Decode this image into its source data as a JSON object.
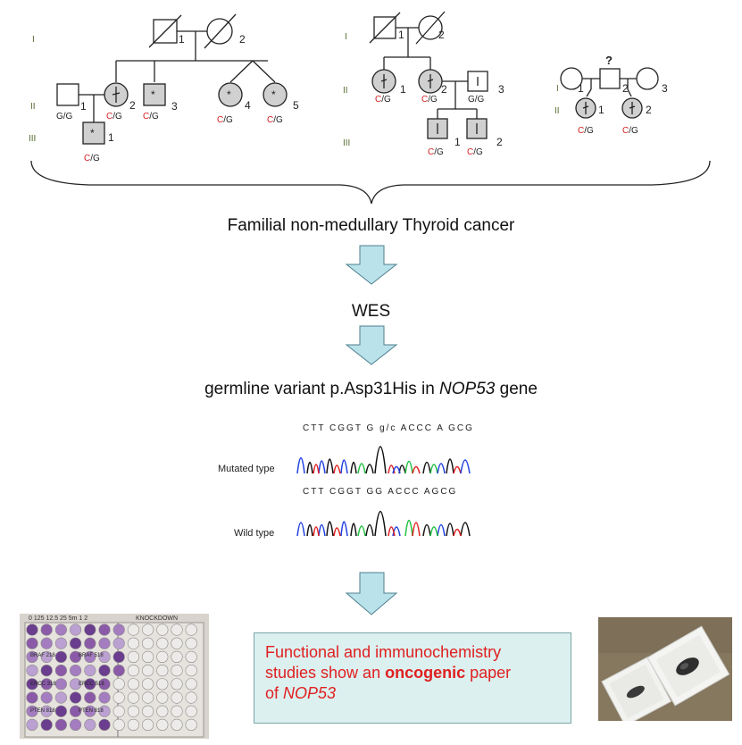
{
  "pedigree1": {
    "gen_I": "I",
    "gen_II": "II",
    "gen_III": "III",
    "ids": [
      "1",
      "2",
      "1",
      "2",
      "3",
      "4",
      "5",
      "1"
    ],
    "genotypes": [
      "G/G",
      "C/G",
      "C/G",
      "C/G",
      "C/G",
      "C/G"
    ],
    "asterisk": "*"
  },
  "pedigree2": {
    "gen_I": "I",
    "gen_II": "II",
    "gen_III": "III",
    "ids": [
      "1",
      "2",
      "1",
      "2",
      "3",
      "1",
      "2"
    ],
    "genotypes": [
      "C/G",
      "C/G",
      "G/G",
      "C/G",
      "C/G"
    ]
  },
  "pedigree3": {
    "gen_I": "I",
    "gen_II": "II",
    "ids": [
      "1",
      "2",
      "3",
      "1",
      "2"
    ],
    "unknown": "?",
    "genotypes": [
      "C/G",
      "C/G"
    ]
  },
  "flow": {
    "step1": "Familial non-medullary Thyroid cancer",
    "step2": "WES",
    "step3_prefix": "germline variant p.Asp31His in ",
    "step3_gene": "NOP53",
    "step3_suffix": " gene"
  },
  "sequence": {
    "mutated_label": "Mutated type",
    "wild_label": "Wild type",
    "mutated_seq": "CTT CGGT G g/c ACCC A GCG",
    "wild_seq": "CTT CGGT GG ACCC AGCG"
  },
  "result": {
    "line1": "Functional and immunochemistry",
    "line2_prefix": "studies show an ",
    "line2_bold": "oncogenic",
    "line2_suffix": " paper",
    "line3_prefix": "of ",
    "line3_gene": "NOP53"
  },
  "plate_labels": {
    "left_header": "0  125 12.5  25  5m  1  2",
    "right_header": "KNOCKDOWN",
    "row1": "BRAF 218",
    "row1b": "BRAF 518",
    "row2": "ERCC 318",
    "row2b": "ERCC 518",
    "row3": "PTEN 818",
    "row3b": "PTEN 818"
  },
  "colors": {
    "allele_red": "#d42020",
    "affected_fill": "#d0d0d0",
    "arrow_fill": "#b9e2ea",
    "arrow_stroke": "#4f7f8f",
    "box_bg": "#dcf0f0",
    "box_text": "#e02020",
    "trace_blue": "#2040e0",
    "trace_black": "#111111",
    "trace_green": "#20c040",
    "trace_red": "#e02020"
  }
}
